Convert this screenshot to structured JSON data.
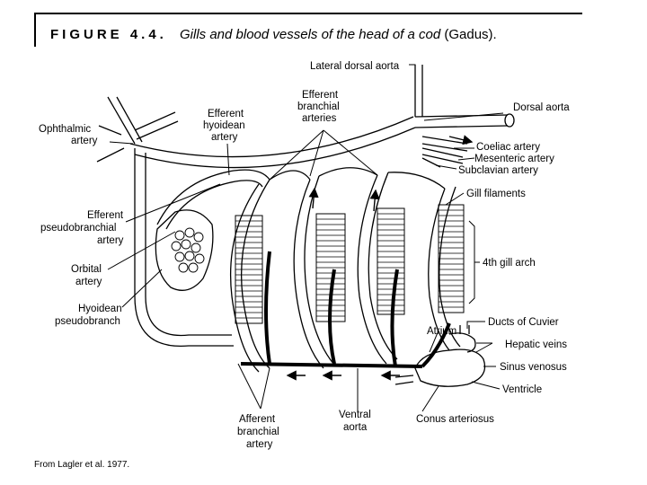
{
  "header": {
    "figure_label": "FIGURE 4.4.",
    "title_italic": "Gills and blood vessels of the head of a cod",
    "title_plain": "(Gadus)."
  },
  "labels": {
    "lateral_dorsal_aorta": "Lateral dorsal aorta",
    "efferent_branchial_arteries": [
      "Efferent",
      "branchial",
      "arteries"
    ],
    "dorsal_aorta": "Dorsal aorta",
    "efferent_hyoidean_artery": [
      "Efferent",
      "hyoidean",
      "artery"
    ],
    "ophthalmic_artery": [
      "Ophthalmic",
      "artery"
    ],
    "coeliac_artery": "Coeliac artery",
    "mesenteric_artery": "Mesenteric artery",
    "subclavian_artery": "Subclavian artery",
    "gill_filaments": "Gill filaments",
    "efferent_pseudobranchial_artery": [
      "Efferent",
      "pseudobranchial",
      "artery"
    ],
    "fourth_gill_arch": "4th gill arch",
    "orbital_artery": [
      "Orbital",
      "artery"
    ],
    "hyoidean_pseudobranch": [
      "Hyoidean",
      "pseudobranch"
    ],
    "ducts_of_cuvier": "Ducts of Cuvier",
    "atrium": "Atrium",
    "hepatic_veins": "Hepatic veins",
    "sinus_venosus": "Sinus venosus",
    "ventricle": "Ventricle",
    "afferent_branchial_artery": [
      "Afferent",
      "branchial",
      "artery"
    ],
    "ventral_aorta": [
      "Ventral",
      "aorta"
    ],
    "conus_arteriosus": "Conus arteriosus"
  },
  "credit": "From Lagler et al. 1977."
}
